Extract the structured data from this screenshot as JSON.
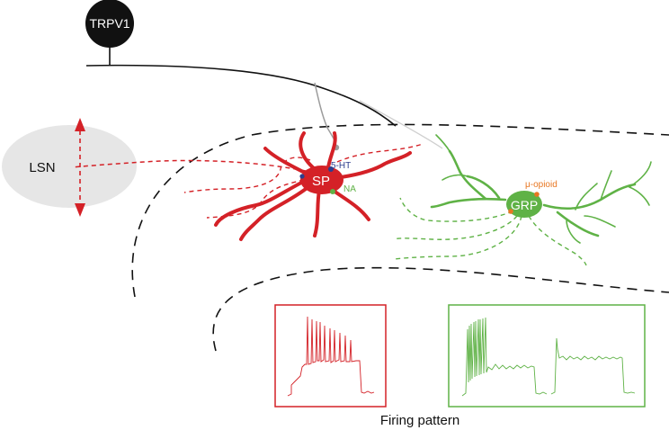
{
  "labels": {
    "trpv1": "TRPV1",
    "lsn": "LSN",
    "sp": "SP",
    "grp": "GRP",
    "ht5": "5-HT",
    "na": "NA",
    "mu_opioid": "μ-opioid",
    "caption": "Firing pattern"
  },
  "colors": {
    "red": "#d42127",
    "green": "#5fb246",
    "blue": "#2e3e8e",
    "orange": "#e87722",
    "black": "#111111",
    "gray": "#9c9c9c",
    "lsn_fill": "#e6e6e6"
  }
}
